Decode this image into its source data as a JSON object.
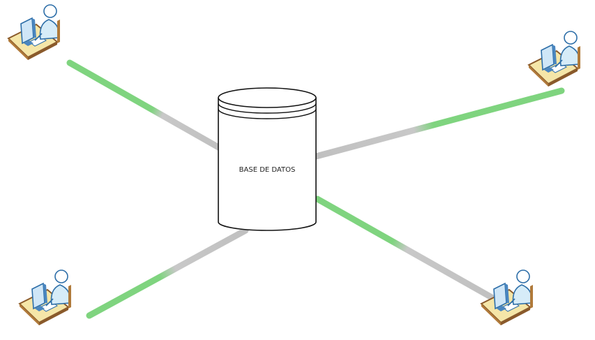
{
  "diagram": {
    "database": {
      "label": "BASE DE DATOS"
    },
    "workstations": [
      {
        "id": "top-left"
      },
      {
        "id": "top-right"
      },
      {
        "id": "bottom-left"
      },
      {
        "id": "bottom-right"
      }
    ],
    "connections": [
      {
        "from": "top-left",
        "to": "database"
      },
      {
        "from": "top-right",
        "to": "database"
      },
      {
        "from": "bottom-left",
        "to": "database"
      },
      {
        "from": "bottom-right",
        "to": "database"
      }
    ]
  },
  "colors": {
    "link_green": "#7fd47f",
    "link_gray": "#c8c8c8",
    "desk_fill": "#f5e6a8",
    "desk_edge": "#8a5a2b",
    "person_fill": "#d6ecf8",
    "person_stroke": "#2d6ea8",
    "monitor_fill": "#cfe6f7"
  }
}
